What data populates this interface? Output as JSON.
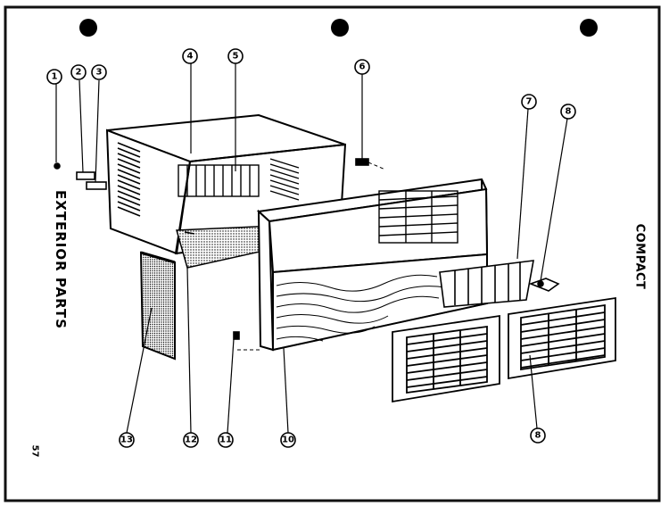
{
  "page": {
    "title": "EXTERIOR PARTS",
    "page_number": "57",
    "model_label": "COMPACT"
  },
  "callouts": [
    {
      "label": "1"
    },
    {
      "label": "2"
    },
    {
      "label": "3"
    },
    {
      "label": "4"
    },
    {
      "label": "5"
    },
    {
      "label": "6"
    },
    {
      "label": "7"
    },
    {
      "label": "8"
    },
    {
      "label": "8"
    },
    {
      "label": "10"
    },
    {
      "label": "11"
    },
    {
      "label": "12"
    },
    {
      "label": "13"
    }
  ],
  "colors": {
    "ink": "#000000",
    "paper": "#ffffff",
    "border": "#111111"
  }
}
